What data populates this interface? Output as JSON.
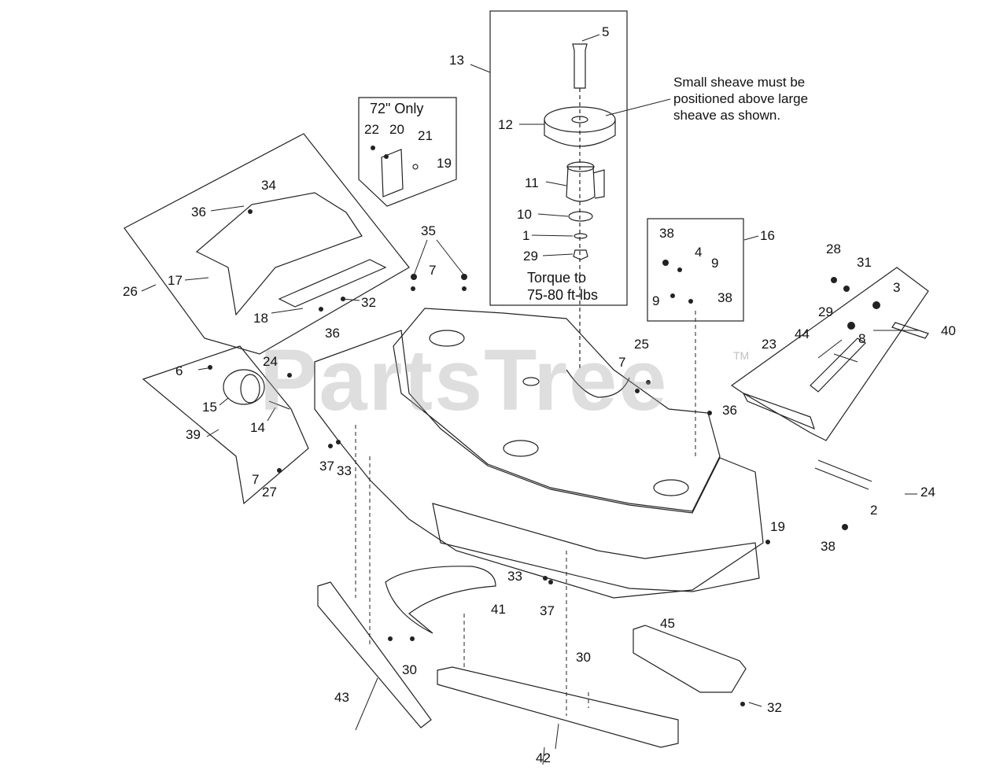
{
  "watermark": "PartsTree",
  "watermark_mark": "TM",
  "notes": {
    "sheave": [
      "Small sheave must be",
      "positioned above large",
      "sheave as shown."
    ],
    "torque": [
      "Torque to",
      "75-80 ft-lbs"
    ],
    "only72": "72\" Only"
  },
  "callouts": [
    {
      "id": "c5",
      "text": "5"
    },
    {
      "id": "c13",
      "text": "13"
    },
    {
      "id": "c12",
      "text": "12"
    },
    {
      "id": "c11",
      "text": "11"
    },
    {
      "id": "c10",
      "text": "10"
    },
    {
      "id": "c1",
      "text": "1"
    },
    {
      "id": "c29a",
      "text": "29"
    },
    {
      "id": "c22",
      "text": "22"
    },
    {
      "id": "c20",
      "text": "20"
    },
    {
      "id": "c21",
      "text": "21"
    },
    {
      "id": "c19a",
      "text": "19"
    },
    {
      "id": "c34",
      "text": "34"
    },
    {
      "id": "c36a",
      "text": "36"
    },
    {
      "id": "c26",
      "text": "26"
    },
    {
      "id": "c17",
      "text": "17"
    },
    {
      "id": "c18",
      "text": "18"
    },
    {
      "id": "c32a",
      "text": "32"
    },
    {
      "id": "c36b",
      "text": "36"
    },
    {
      "id": "c35",
      "text": "35"
    },
    {
      "id": "c7a",
      "text": "7"
    },
    {
      "id": "c38a",
      "text": "38"
    },
    {
      "id": "c4",
      "text": "4"
    },
    {
      "id": "c9a",
      "text": "9"
    },
    {
      "id": "c9b",
      "text": "9"
    },
    {
      "id": "c38b",
      "text": "38"
    },
    {
      "id": "c16",
      "text": "16"
    },
    {
      "id": "c28",
      "text": "28"
    },
    {
      "id": "c31",
      "text": "31"
    },
    {
      "id": "c3",
      "text": "3"
    },
    {
      "id": "c29b",
      "text": "29"
    },
    {
      "id": "c40",
      "text": "40"
    },
    {
      "id": "c23",
      "text": "23"
    },
    {
      "id": "c44",
      "text": "44"
    },
    {
      "id": "c8",
      "text": "8"
    },
    {
      "id": "c6",
      "text": "6"
    },
    {
      "id": "c24a",
      "text": "24"
    },
    {
      "id": "c15",
      "text": "15"
    },
    {
      "id": "c14",
      "text": "14"
    },
    {
      "id": "c39",
      "text": "39"
    },
    {
      "id": "c25",
      "text": "25"
    },
    {
      "id": "c7b",
      "text": "7"
    },
    {
      "id": "c36c",
      "text": "36"
    },
    {
      "id": "c37a",
      "text": "37"
    },
    {
      "id": "c33a",
      "text": "33"
    },
    {
      "id": "c7c",
      "text": "7"
    },
    {
      "id": "c27",
      "text": "27"
    },
    {
      "id": "c24b",
      "text": "24"
    },
    {
      "id": "c2",
      "text": "2"
    },
    {
      "id": "c19b",
      "text": "19"
    },
    {
      "id": "c38c",
      "text": "38"
    },
    {
      "id": "c33b",
      "text": "33"
    },
    {
      "id": "c37b",
      "text": "37"
    },
    {
      "id": "c41",
      "text": "41"
    },
    {
      "id": "c45",
      "text": "45"
    },
    {
      "id": "c30a",
      "text": "30"
    },
    {
      "id": "c30b",
      "text": "30"
    },
    {
      "id": "c43",
      "text": "43"
    },
    {
      "id": "c42",
      "text": "42"
    },
    {
      "id": "c32b",
      "text": "32"
    }
  ]
}
